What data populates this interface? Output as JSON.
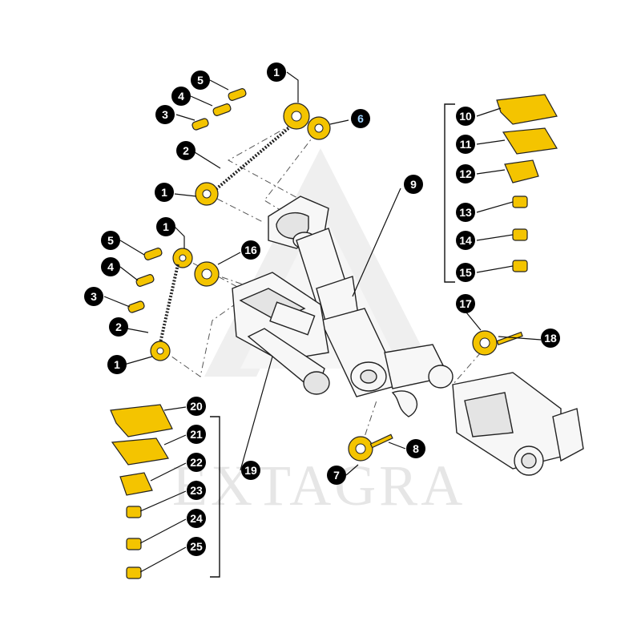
{
  "watermark": {
    "text": "EXTAGRA"
  },
  "colors": {
    "parts": "#f4c400",
    "callout_fill": "#000000",
    "callout_text": "#ffffff",
    "callout_highlight_text": "#9fd3ff",
    "watermark": "#e6e6e6"
  },
  "callouts": [
    {
      "label": "1"
    },
    {
      "label": "5"
    },
    {
      "label": "4"
    },
    {
      "label": "3"
    },
    {
      "label": "6"
    },
    {
      "label": "2"
    },
    {
      "label": "1"
    },
    {
      "label": "10"
    },
    {
      "label": "11"
    },
    {
      "label": "9"
    },
    {
      "label": "12"
    },
    {
      "label": "1"
    },
    {
      "label": "13"
    },
    {
      "label": "5"
    },
    {
      "label": "14"
    },
    {
      "label": "16"
    },
    {
      "label": "4"
    },
    {
      "label": "15"
    },
    {
      "label": "3"
    },
    {
      "label": "17"
    },
    {
      "label": "2"
    },
    {
      "label": "18"
    },
    {
      "label": "1"
    },
    {
      "label": "20"
    },
    {
      "label": "21"
    },
    {
      "label": "22"
    },
    {
      "label": "19"
    },
    {
      "label": "8"
    },
    {
      "label": "7"
    },
    {
      "label": "23"
    },
    {
      "label": "24"
    },
    {
      "label": "25"
    }
  ]
}
